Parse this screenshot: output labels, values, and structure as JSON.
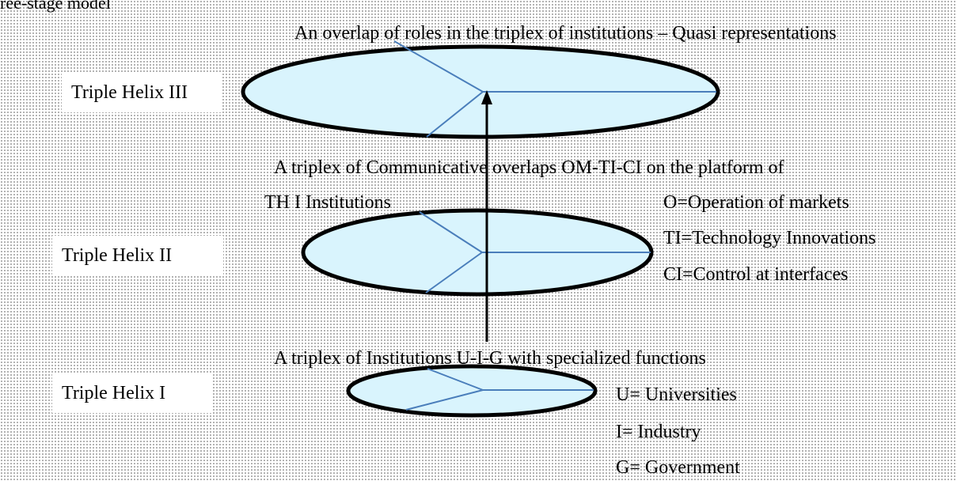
{
  "caption": "ree-stage model",
  "levels": [
    {
      "label": "Triple Helix III",
      "description": "An overlap of roles in the triplex of institutions – Quasi representations"
    },
    {
      "label": "Triple Helix II",
      "description_line1": "A triplex of Communicative overlaps OM-TI-CI on the platform of",
      "description_line2": "TH I Institutions",
      "legend": [
        "O=Operation of markets",
        "TI=Technology Innovations",
        "CI=Control at interfaces"
      ]
    },
    {
      "label": "Triple Helix I",
      "description": "A triplex of Institutions U-I-G with specialized functions",
      "legend": [
        "U= Universities",
        "I= Industry",
        "G= Government"
      ]
    }
  ],
  "colors": {
    "ellipse_fill": "#d9f4fd",
    "ellipse_stroke": "#000000",
    "spoke_stroke": "#4a7ebb",
    "arrow": "#000000"
  }
}
